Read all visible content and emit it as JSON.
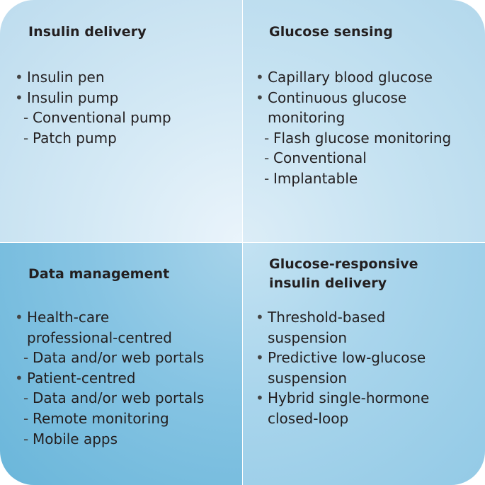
{
  "quadrants": {
    "insulin_delivery": {
      "title": "Insulin delivery",
      "items": [
        "Insulin pen",
        "Insulin pump",
        "Conventional pump",
        "Patch pump"
      ]
    },
    "glucose_sensing": {
      "title": "Glucose sensing",
      "items": [
        "Capillary blood glucose",
        "Continuous glucose",
        "monitoring",
        "Flash glucose monitoring",
        "Conventional",
        "Implantable"
      ]
    },
    "data_management": {
      "title": "Data management",
      "items": [
        "Health-care",
        "professional-centred",
        "Data and/or web portals",
        "Patient-centred",
        "Data and/or web portals",
        "Remote monitoring",
        "Mobile apps"
      ]
    },
    "glucose_responsive": {
      "title_line1": "Glucose-responsive",
      "title_line2": "insulin delivery",
      "items": [
        "Threshold-based",
        "suspension",
        "Predictive low-glucose",
        "suspension",
        "Hybrid single-hormone",
        "closed-loop"
      ]
    }
  }
}
